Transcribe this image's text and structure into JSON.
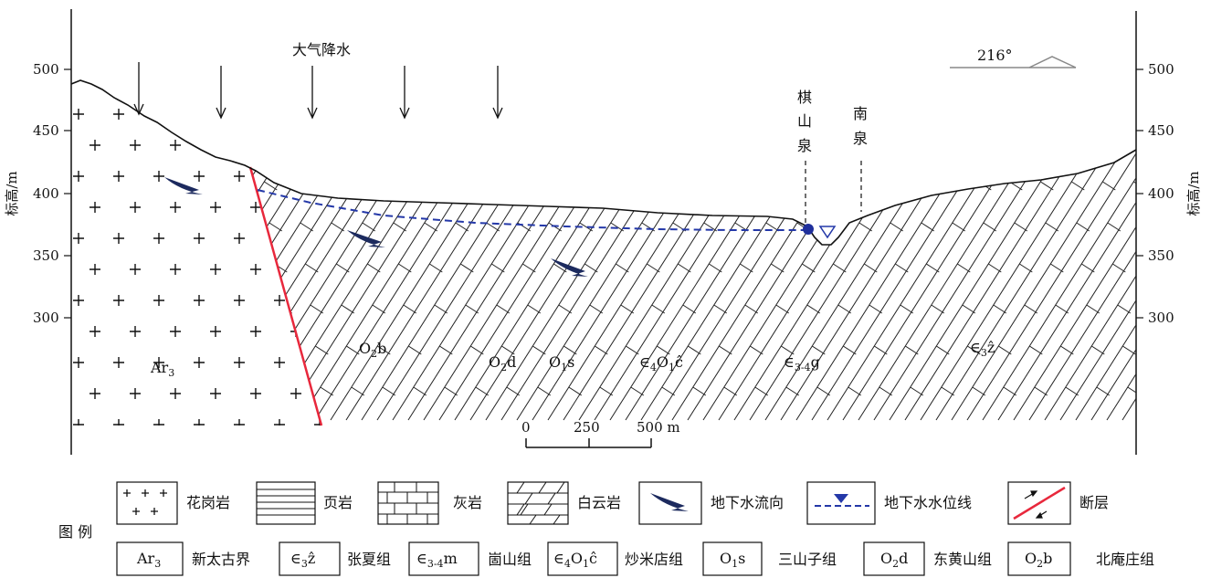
{
  "title": "大气降水",
  "azimuth": "216°",
  "y_axis": {
    "label": "标高/m",
    "ticks": [
      "500",
      "450",
      "400",
      "350",
      "300"
    ]
  },
  "springs": [
    {
      "name": "棋山泉",
      "chars": [
        "棋",
        "山",
        "泉"
      ]
    },
    {
      "name": "南泉",
      "chars": [
        "南",
        "泉"
      ]
    }
  ],
  "formations": [
    {
      "base": "Ar",
      "sub": "3"
    },
    {
      "base": "O",
      "sub": "2",
      "tail": "b"
    },
    {
      "base": "O",
      "sub": "2",
      "tail": "d"
    },
    {
      "base": "O",
      "sub": "1",
      "tail": "s"
    },
    {
      "pre": "∈",
      "sub": "4",
      "mid": "O",
      "sub2": "1",
      "tail": "ĉ"
    },
    {
      "pre": "∈",
      "sub": "3-4",
      "tail": "g"
    },
    {
      "pre": "∈",
      "sub": "3",
      "tail": "ẑ"
    }
  ],
  "scale": {
    "ticks": [
      "0",
      "250",
      "500 m"
    ]
  },
  "legend": {
    "title": "图  例",
    "row1": [
      {
        "symbol": "granite",
        "label": "花岗岩"
      },
      {
        "symbol": "shale",
        "label": "页岩"
      },
      {
        "symbol": "limestone",
        "label": "灰岩"
      },
      {
        "symbol": "dolomite",
        "label": "白云岩"
      },
      {
        "symbol": "flow-arrow",
        "label": "地下水流向"
      },
      {
        "symbol": "water-table",
        "label": "地下水水位线"
      },
      {
        "symbol": "fault",
        "label": "断层"
      }
    ],
    "row2": [
      {
        "code": "Ar3",
        "label": "新太古界"
      },
      {
        "code": "∈3ẑ",
        "label": "张夏组"
      },
      {
        "code": "∈3-4m",
        "label": "崮山组"
      },
      {
        "code": "∈4O1ĉ",
        "label": "炒米店组"
      },
      {
        "code": "O1s",
        "label": "三山子组"
      },
      {
        "code": "O2d",
        "label": "东黄山组"
      },
      {
        "code": "O2b",
        "label": "北庵庄组"
      }
    ]
  },
  "colors": {
    "fault": "#e8283c",
    "water": "#2438a8",
    "arrow": "#1c2a5e"
  }
}
